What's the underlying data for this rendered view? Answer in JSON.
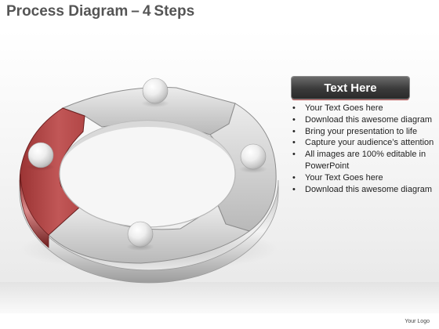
{
  "title": {
    "main": "Process Diagram",
    "separator": "–",
    "number": "4",
    "suffix": "Steps"
  },
  "diagram": {
    "steps": 4,
    "highlighted_step": 4,
    "colors": {
      "segment": "#cfcfcf",
      "segment_shade": "#a9a9a9",
      "highlight": "#b44848",
      "highlight_shade": "#7e2626",
      "sphere": "#f5f5f5"
    }
  },
  "text_panel": {
    "header": "Text Here",
    "bullets": [
      "Your Text Goes here",
      "Download this awesome diagram",
      "Bring your presentation to life",
      "Capture your audience’s attention",
      "All images are 100% editable in PowerPoint",
      "Your Text Goes here",
      "Download this awesome diagram"
    ]
  },
  "footer": {
    "logo_text": "Your Logo"
  }
}
